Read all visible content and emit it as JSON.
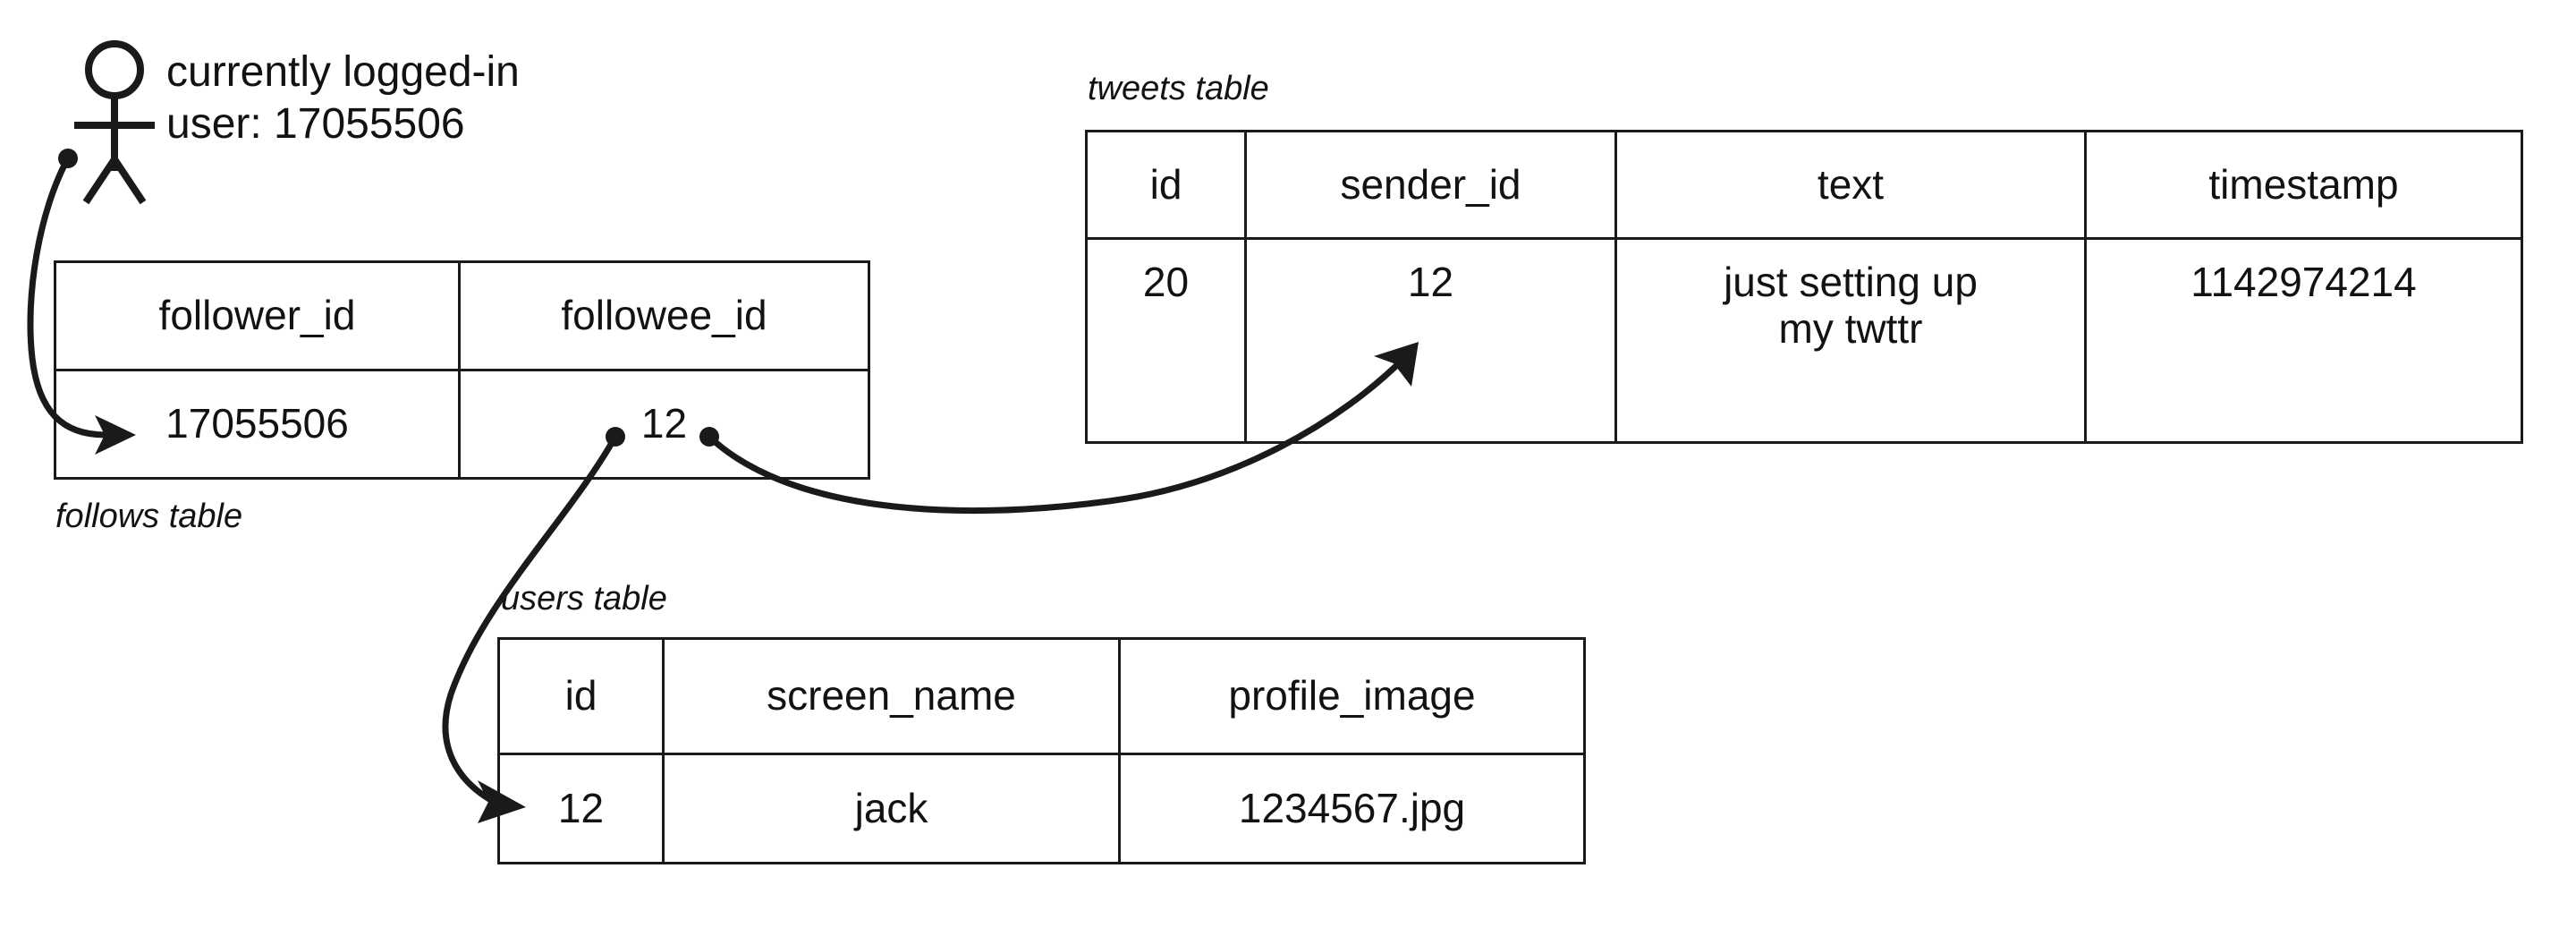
{
  "diagram": {
    "title_note": "currently logged-in user annotation",
    "person": {
      "icon": "stick-figure-user-icon",
      "label_line1": "currently logged-in",
      "label_line2": "user: 17055506"
    },
    "tables": [
      {
        "key": "follows",
        "caption": "follows table",
        "columns": [
          "follower_id",
          "followee_id"
        ],
        "rows": [
          [
            "17055506",
            "12"
          ]
        ]
      },
      {
        "key": "tweets",
        "caption": "tweets table",
        "columns": [
          "id",
          "sender_id",
          "text",
          "timestamp"
        ],
        "rows": [
          [
            "20",
            "12",
            "just setting up\nmy twttr",
            "1142974214"
          ]
        ]
      },
      {
        "key": "users",
        "caption": "users table",
        "columns": [
          "id",
          "screen_name",
          "profile_image"
        ],
        "rows": [
          [
            "12",
            "jack",
            "1234567.jpg"
          ]
        ]
      }
    ],
    "connectors": [
      {
        "name": "person-to-follower-id",
        "from": "stick-figure-user-icon",
        "to": "follows.follower_id = 17055506"
      },
      {
        "name": "followee-id-to-users-id",
        "from": "follows.followee_id = 12",
        "to": "users.id = 12"
      },
      {
        "name": "followee-id-to-tweets-sender-id",
        "from": "follows.followee_id = 12",
        "to": "tweets.sender_id = 12"
      }
    ],
    "colors": {
      "ink": "#1a1a1a",
      "background": "#ffffff"
    }
  }
}
